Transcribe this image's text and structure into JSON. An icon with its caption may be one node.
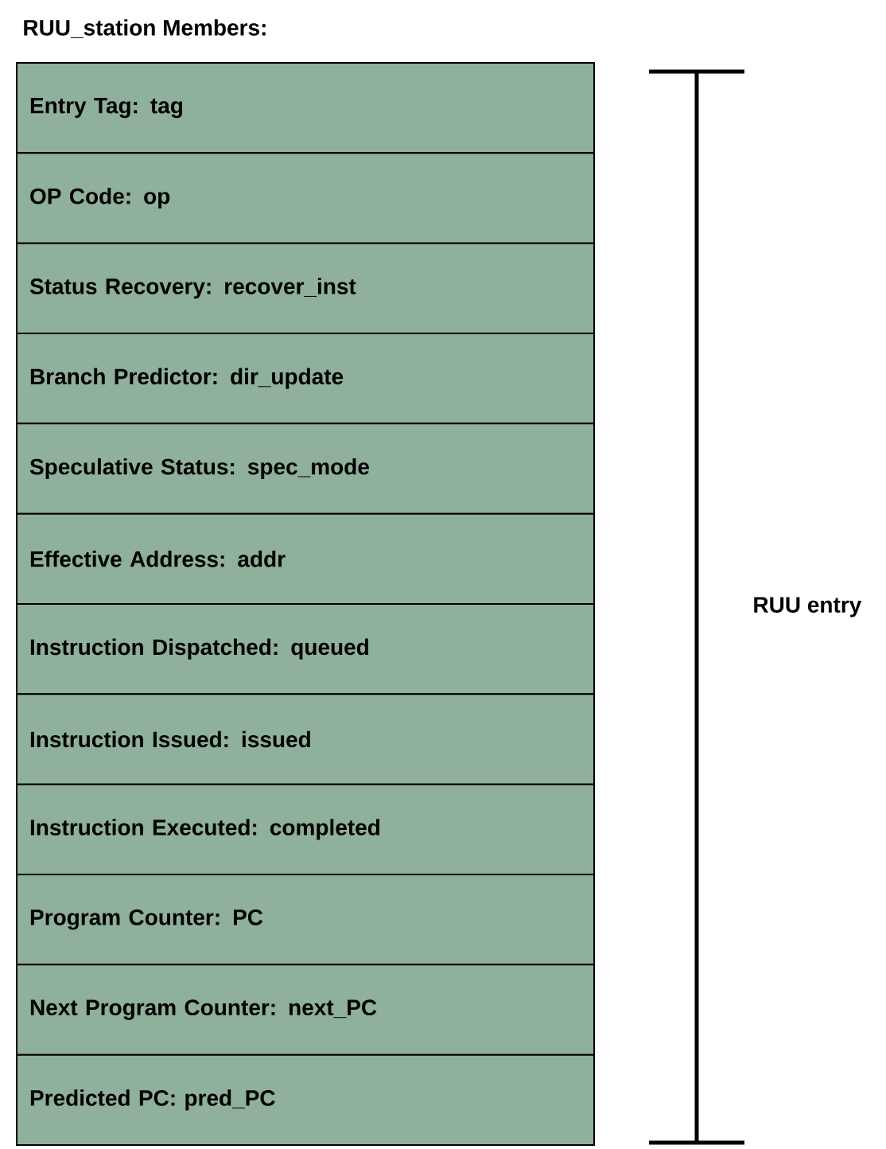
{
  "diagram": {
    "title": "RUU_station Members:",
    "nodes": [
      {
        "text": [
          "Entry Tag: tag"
        ]
      },
      {
        "text": [
          "OP Code: op"
        ]
      },
      {
        "text": [
          "Status Recovery: recover_inst"
        ]
      },
      {
        "text": [
          "Branch Predictor: dir_update"
        ]
      },
      {
        "text": [
          "Speculative Status: spec_mode"
        ]
      },
      {
        "text": [
          "Effective Address: addr"
        ]
      },
      {
        "text": [
          "Instruction Dispatched: queued"
        ]
      },
      {
        "text": [
          "Instruction Issued: issued"
        ]
      },
      {
        "text": [
          "Instruction Executed: completed"
        ]
      },
      {
        "text": [
          "Program Counter: PC"
        ]
      },
      {
        "text": [
          "Next Program Counter: next_PC"
        ]
      },
      {
        "text": [
          "Predicted PC: pred_PC"
        ]
      }
    ],
    "labels": [
      "RUU entry"
    ]
  }
}
